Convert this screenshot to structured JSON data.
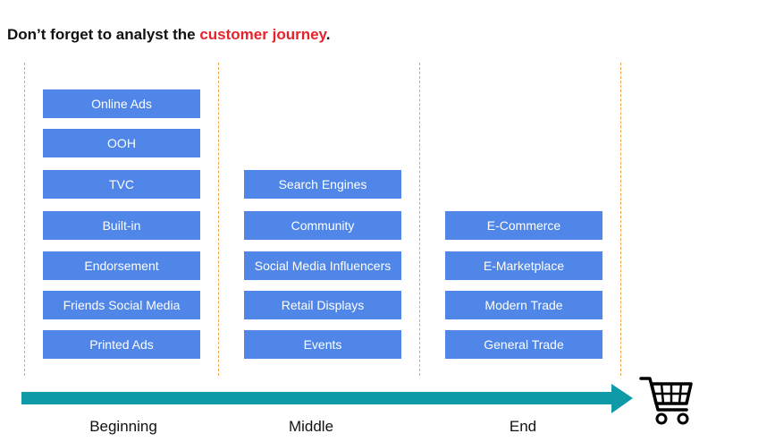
{
  "title": {
    "prefix": "Don’t forget to analyst the ",
    "highlight": "customer journey",
    "suffix": ".",
    "highlight_color": "#e5232b"
  },
  "colors": {
    "box": "#4f86e8",
    "divider": "#f0a44a",
    "arrow": "#0e9aa7"
  },
  "columns": [
    {
      "stage": "Beginning",
      "items": [
        "Online Ads",
        "OOH",
        "TVC",
        "Built-in",
        "Endorsement",
        "Friends Social Media",
        "Printed Ads"
      ]
    },
    {
      "stage": "Middle",
      "items": [
        "Search Engines",
        "Community",
        "Social Media Influencers",
        "Retail Displays",
        "Events"
      ]
    },
    {
      "stage": "End",
      "items": [
        "E-Commerce",
        "E-Marketplace",
        "Modern Trade",
        "General Trade"
      ]
    }
  ],
  "icons": {
    "arrow": "right-arrow-icon",
    "cart": "shopping-cart-icon"
  }
}
